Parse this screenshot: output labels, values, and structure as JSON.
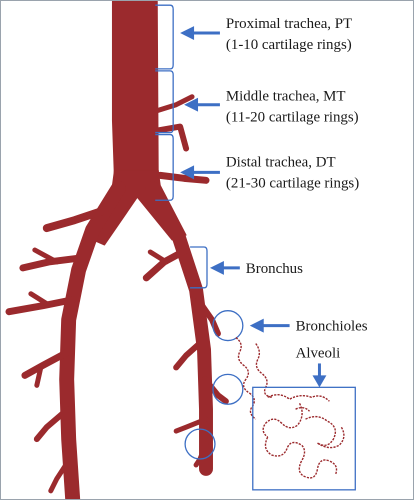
{
  "labels": {
    "proximal_title": "Proximal trachea, PT",
    "proximal_rings": "(1-10 cartilage rings)",
    "middle_title": "Middle trachea, MT",
    "middle_rings": "(11-20 cartilage rings)",
    "distal_title": "Distal trachea, DT",
    "distal_rings": "(21-30 cartilage rings)",
    "bronchus": "Bronchus",
    "bronchioles": "Bronchioles",
    "alveoli": "Alveoli"
  },
  "colors": {
    "airway": "#9b2a2d",
    "annotation": "#3d6fc4",
    "text": "#1a1a1a"
  }
}
